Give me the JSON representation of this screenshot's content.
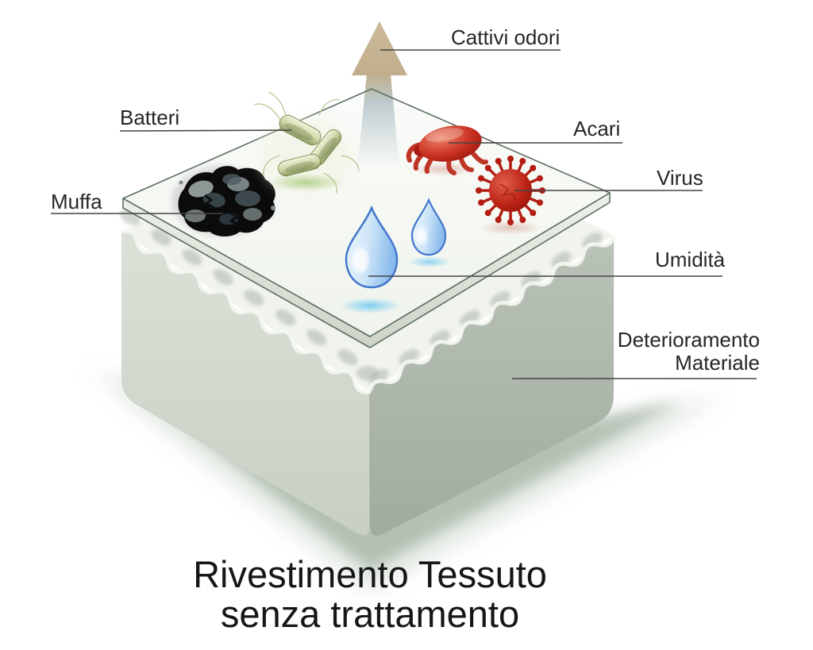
{
  "figure": {
    "type": "isometric-foam-cushion-diagram",
    "labels": {
      "cattivi_odori": "Cattivi odori",
      "batteri": "Batteri",
      "muffa": "Muffa",
      "acari": "Acari",
      "virus": "Virus",
      "umidita": "Umidità",
      "deterioramento": {
        "line1": "Deterioramento",
        "line2": "Materiale"
      }
    },
    "title": {
      "line1": "Rivestimento Tessuto",
      "line2": "senza trattamento"
    },
    "illustrations": [
      "up-arrow-icon",
      "fabric-sheet-icon",
      "foam-block-icon",
      "mold-icon",
      "bacteria-icon",
      "mite-icon",
      "virus-icon",
      "water-drop-icon"
    ],
    "colors": {
      "arrow_tan": "#c5b294",
      "arrow_fade_blue": "#c3cfd2",
      "fabric_white": "#f8faf6",
      "fabric_outline": "#5d6f62",
      "foam_left_face": "#d6dbd2",
      "foam_right_face": "#aeb8ac",
      "foam_band": "#f1f3ee",
      "block_shadow": "#8ea38f",
      "mold_gray": "#647476",
      "bacteria_olive": "#97a465",
      "bacteria_glow": "#9cc268",
      "mite_red": "#c62f20",
      "virus_red": "#bc2416",
      "water_outline_blue": "#4377cc",
      "water_glow_cyan": "#54c0f2",
      "label_text": "#262626"
    }
  }
}
